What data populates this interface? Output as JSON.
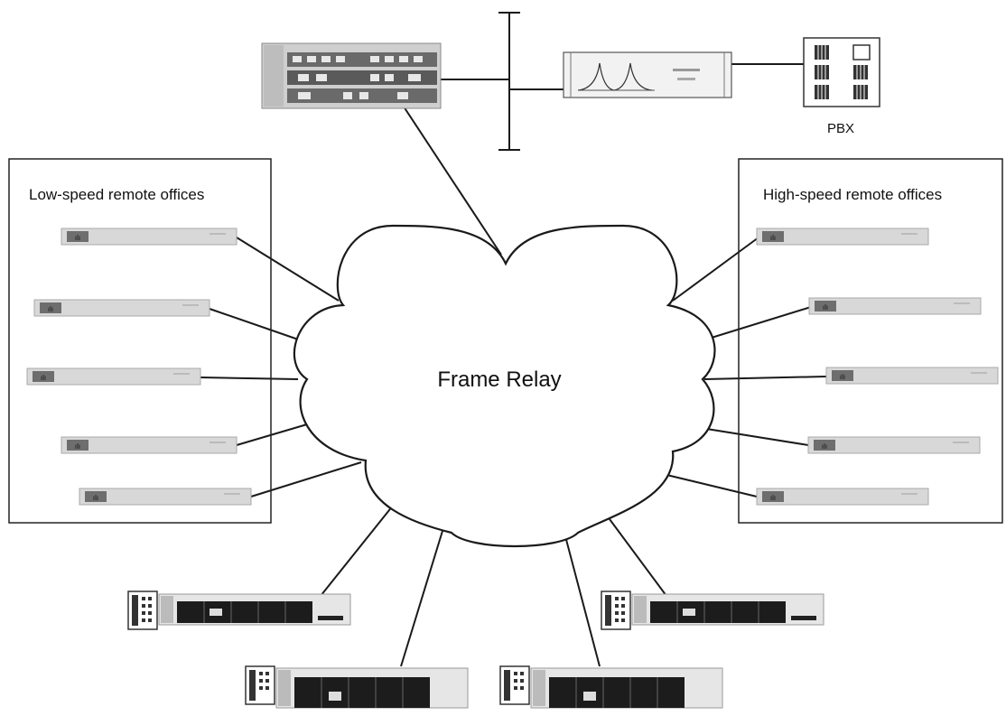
{
  "cloud": {
    "label": "Frame Relay"
  },
  "pbx": {
    "label": "PBX"
  },
  "left_group": {
    "label": "Low-speed remote offices"
  },
  "right_group": {
    "label": "High-speed remote offices"
  }
}
